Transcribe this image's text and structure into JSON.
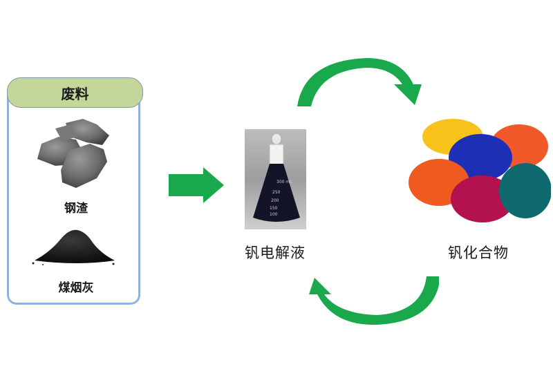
{
  "waste": {
    "title": "废料",
    "items": [
      {
        "label": "钢渣",
        "image": "steel-slag-photo"
      },
      {
        "label": "煤烟灰",
        "image": "coal-soot-photo"
      }
    ]
  },
  "electrolyte": {
    "label": "钒电解液",
    "image": "flask-photo",
    "flask_marks": [
      "300 mL",
      "250",
      "200",
      "150",
      "100"
    ]
  },
  "compounds": {
    "label": "钒化合物",
    "image": "colored-powders-photo",
    "powder_colors": [
      "#f7c21a",
      "#f1592a",
      "#1d2fb5",
      "#ef5a20",
      "#b3124e",
      "#0f6a70"
    ]
  },
  "colors": {
    "arrow": "#19a84c",
    "box_border": "#8fb2de",
    "header_fill": "#c4d79b"
  }
}
